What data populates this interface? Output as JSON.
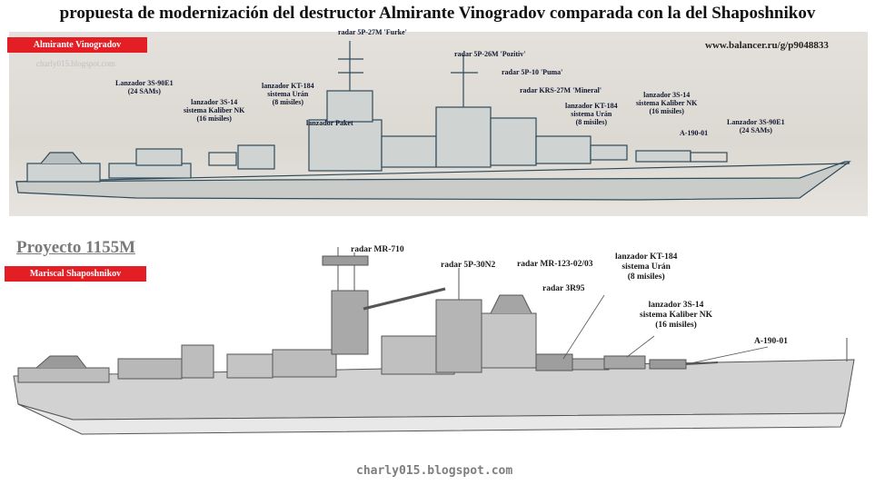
{
  "title": "propuesta de modernización del destructor Almirante Vinogradov comparada con la del Shaposhnikov",
  "top": {
    "ship_tag": "Almirante Vinogradov",
    "watermark": "charly015.blogspot.com",
    "source_url": "www.balancer.ru/g/p9048833",
    "labels": {
      "radar_fregat": "radar 5P-27M 'Furke'",
      "radar_pozitiv": "radar 5P-26M 'Pozitiv'",
      "radar_puma": "radar 5P-10 'Puma'",
      "radar_mineral": "radar KRS-27M 'Mineral'",
      "sam_aft_1": "Lanzador 3S-90E1",
      "sam_aft_2": "(24 SAMs)",
      "kalibr_aft_1": "lanzador 3S-14",
      "kalibr_aft_2": "sistema Kaliber NK",
      "kalibr_aft_3": "(16 misiles)",
      "kt184_aft_1": "lanzador KT-184",
      "kt184_aft_2": "sistema Urán",
      "kt184_aft_3": "(8 misiles)",
      "paket": "lanzador Paket",
      "kt184_fwd_1": "lanzador KT-184",
      "kt184_fwd_2": "sistema Urán",
      "kt184_fwd_3": "(8 misiles)",
      "kalibr_fwd_1": "lanzador 3S-14",
      "kalibr_fwd_2": "sistema Kaliber NK",
      "kalibr_fwd_3": "(16 misiles)",
      "gun": "A-190-01",
      "sam_fwd_1": "Lanzador 3S-90E1",
      "sam_fwd_2": "(24 SAMs)"
    }
  },
  "bottom": {
    "project": "Proyecto 1155M",
    "ship_tag": "Mariscal Shaposhnikov",
    "footer": "charly015.blogspot.com",
    "labels": {
      "mr710": "radar MR-710",
      "p30n2": "radar 5P-30N2",
      "mr123": "radar MR-123-02/03",
      "r95": "radar 3R95",
      "kt184_1": "lanzador KT-184",
      "kt184_2": "sistema Urán",
      "kt184_3": "(8 misiles)",
      "kalibr_1": "lanzador 3S-14",
      "kalibr_2": "sistema Kaliber NK",
      "kalibr_3": "(16 misiles)",
      "gun": "A-190-01"
    }
  },
  "colors": {
    "tag_red": "#e31e24",
    "hull_top": "#3b5566",
    "hull_bottom": "#6e6e6e"
  }
}
